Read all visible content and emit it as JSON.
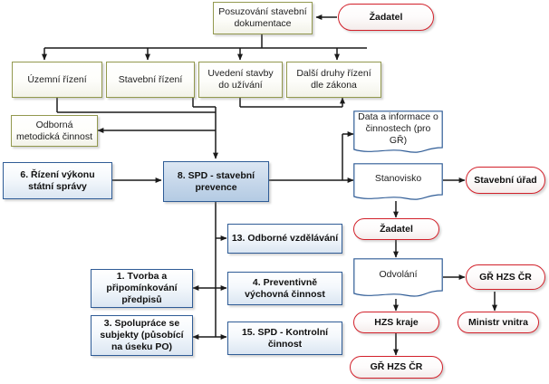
{
  "diagram": {
    "title_node": {
      "label": "Posuzování stavební dokumentace"
    },
    "nodes": {
      "zadatel_top": {
        "label": "Žadatel"
      },
      "uzemni": {
        "label": "Územní řízení"
      },
      "stavebni": {
        "label": "Stavební řízení"
      },
      "uvedeni": {
        "label": "Uvedení stavby do užívání"
      },
      "dalsi": {
        "label": "Další druhy řízení dle zákona"
      },
      "odborna": {
        "label": "Odborná metodická činnost"
      },
      "rizeni6": {
        "label": "6. Řízení výkonu státní správy"
      },
      "spd8": {
        "label": "8. SPD - stavební prevence"
      },
      "data_info": {
        "label": "Data a informace o činnostech (pro GŘ)"
      },
      "stanovisko": {
        "label": "Stanovisko"
      },
      "stavebni_urad": {
        "label": "Stavební úřad"
      },
      "zadatel_mid": {
        "label": "Žadatel"
      },
      "odvolani": {
        "label": "Odvolání"
      },
      "gr_hzs_cr_right": {
        "label": "GŘ HZS ČR"
      },
      "hzs_kraje": {
        "label": "HZS kraje"
      },
      "ministr_vnitra": {
        "label": "Ministr vnitra"
      },
      "gr_hzs_cr_bottom": {
        "label": "GŘ HZS ČR"
      },
      "vzdelavani13": {
        "label": "13. Odborné vzdělávání"
      },
      "preventivne4": {
        "label": "4. Preventivně výchovná činnost"
      },
      "kontrolni15": {
        "label": "15. SPD - Kontrolní činnost"
      },
      "tvorba1": {
        "label": "1. Tvorba a připomínkování předpisů"
      },
      "spoluprace3": {
        "label": "3. Spolupráce se subjekty (působící na úseku PO)"
      }
    },
    "colors": {
      "olive_border": "#93994f",
      "blue_border": "#2f5c96",
      "blue_fill": "#c3d5e9",
      "red_border": "#d2202a",
      "connector": "#1a1a1a",
      "background": "#ffffff"
    }
  }
}
